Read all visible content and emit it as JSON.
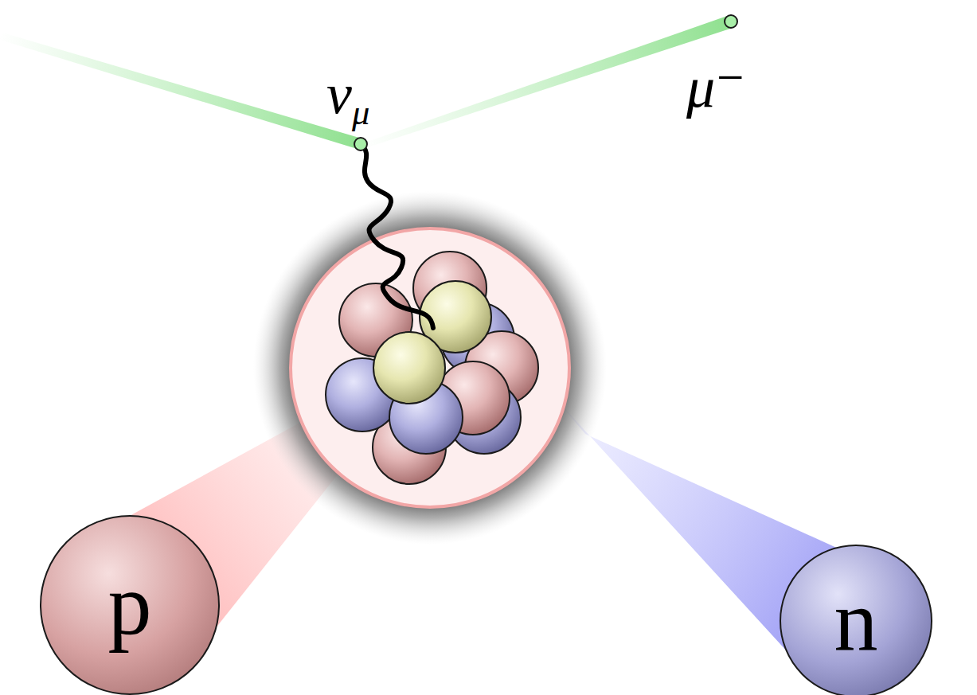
{
  "diagram": {
    "nodes": [
      {
        "text": [
          "p"
        ]
      },
      {
        "text": [
          "n"
        ]
      }
    ],
    "labels": [
      "νμ",
      "μ⁻"
    ]
  }
}
